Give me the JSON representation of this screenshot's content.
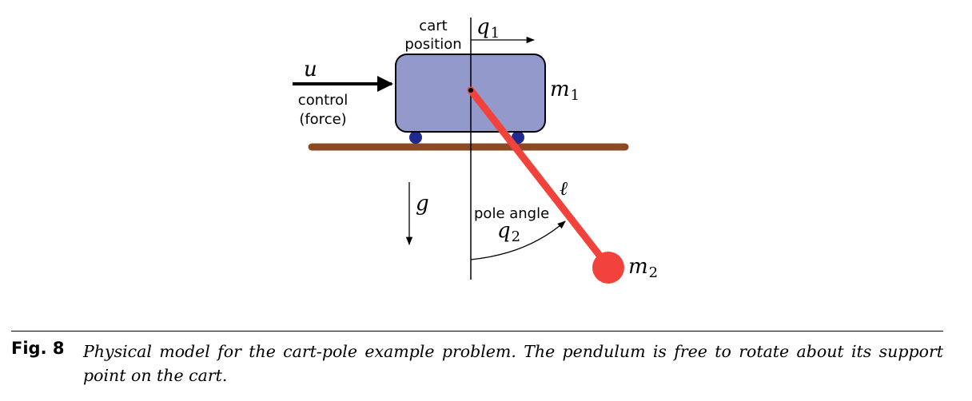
{
  "labels": {
    "cart_position_line1": "cart",
    "cart_position_line2": "position",
    "q1_base": "q",
    "q1_sub": "1",
    "u": "u",
    "control_line1": "control",
    "control_line2": "(force)",
    "m1_base": "m",
    "m1_sub": "1",
    "ell": "ℓ",
    "g": "g",
    "pole_angle": "pole angle",
    "q2_base": "q",
    "q2_sub": "2",
    "m2_base": "m",
    "m2_sub": "2"
  },
  "colors": {
    "cart_fill": "#9499cc",
    "wheel": "#1f2a8c",
    "track": "#8b4a22",
    "pole": "#f2423c",
    "ink": "#000000"
  },
  "caption": {
    "label": "Fig. 8",
    "text": "Physical model for the cart-pole example problem. The pendulum is free to rotate about its support point on the cart."
  }
}
